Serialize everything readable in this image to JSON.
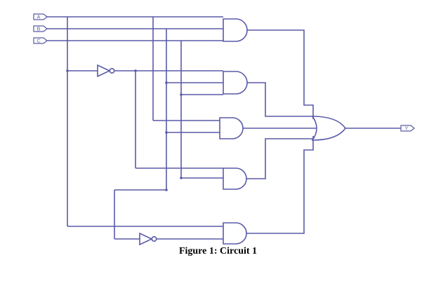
{
  "diagram": {
    "inputs": [
      {
        "id": "in-a",
        "label": "A"
      },
      {
        "id": "in-b",
        "label": "B"
      },
      {
        "id": "in-c",
        "label": "C"
      }
    ],
    "output": {
      "label": "Y"
    },
    "gates": [
      "AND",
      "AND",
      "AND",
      "AND",
      "AND",
      "OR",
      "NOT",
      "NOT"
    ]
  },
  "caption": "Figure 1:  Circuit 1"
}
